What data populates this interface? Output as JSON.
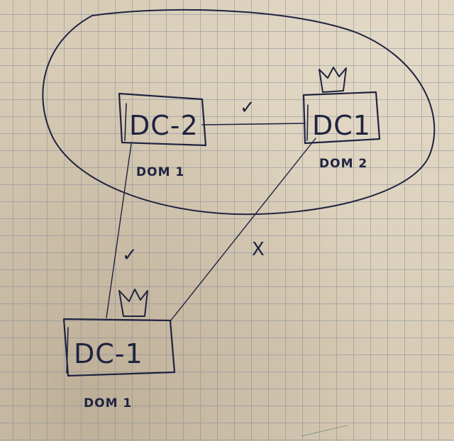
{
  "diagram": {
    "nodes": [
      {
        "id": "dc2",
        "label": "DC-2",
        "domain": "DOM 1",
        "has_crown": false
      },
      {
        "id": "dc1_dom2",
        "label": "DC1",
        "domain": "DOM 2",
        "has_crown": true
      },
      {
        "id": "dc1_dom1",
        "label": "DC-1",
        "domain": "DOM 1",
        "has_crown": true
      }
    ],
    "links": [
      {
        "from": "dc2",
        "to": "dc1_dom2",
        "mark": "✓"
      },
      {
        "from": "dc2",
        "to": "dc1_dom1",
        "mark": "✓"
      },
      {
        "from": "dc1_dom2",
        "to": "dc1_dom1",
        "mark": "X"
      }
    ],
    "ink_color": "#1f2340"
  }
}
